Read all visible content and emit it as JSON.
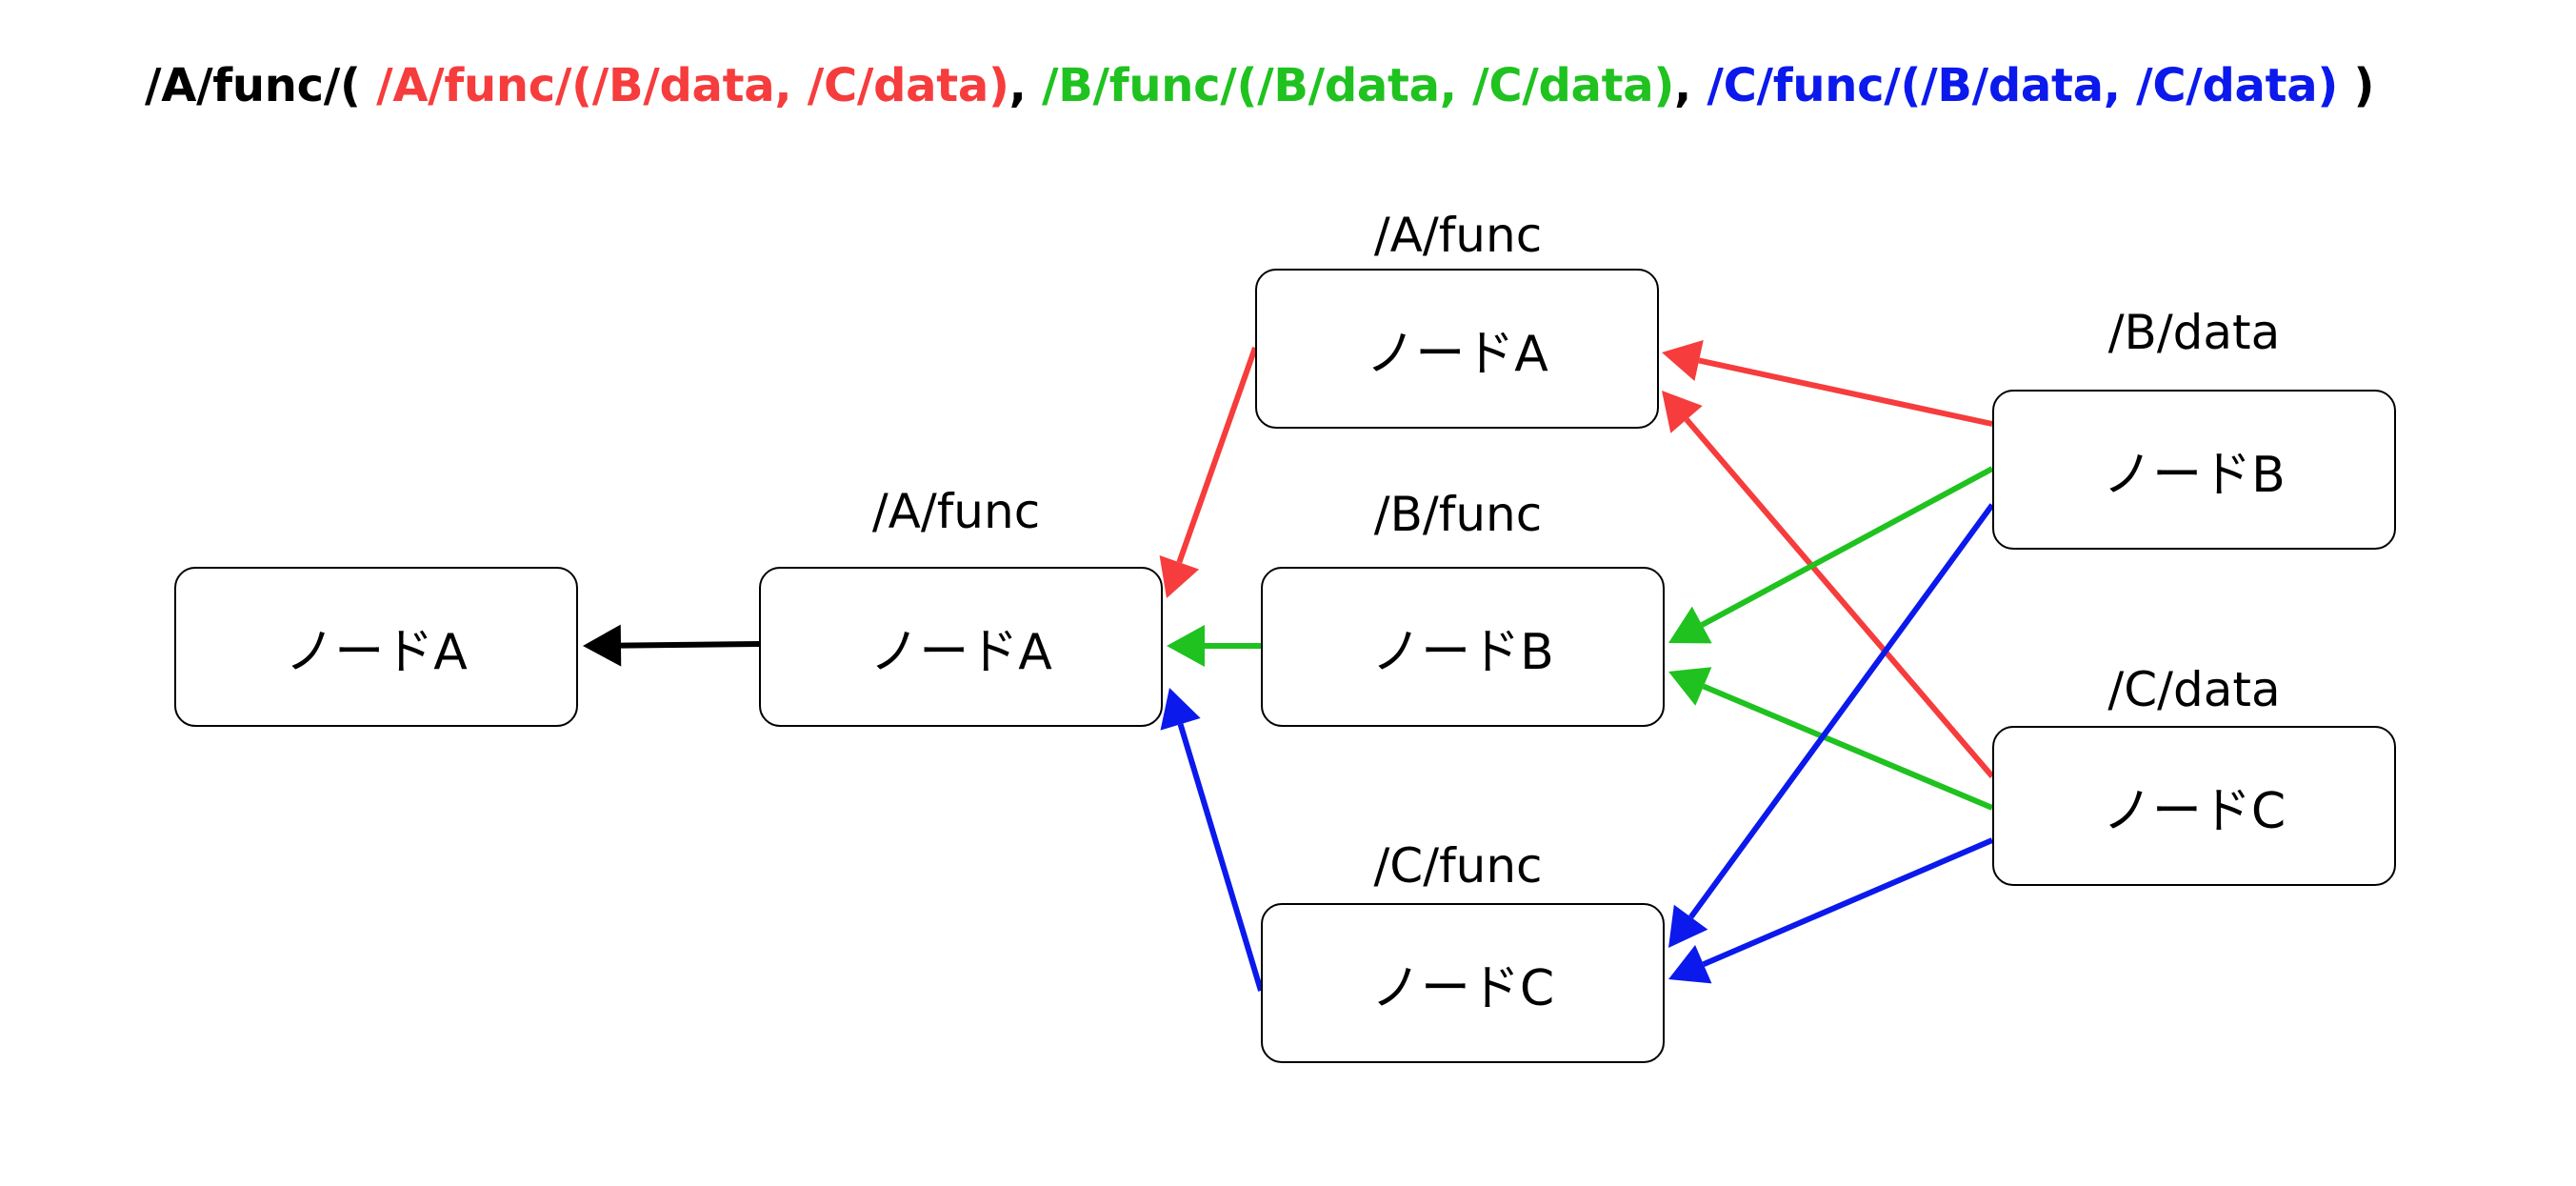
{
  "heading": {
    "prefix": "/A/func/(",
    "part_a": "/A/func/(/B/data, /C/data)",
    "sep1": ",",
    "part_b": "/B/func/(/B/data, /C/data)",
    "sep2": ",",
    "part_c": "/C/func/(/B/data, /C/data)",
    "suffix": ")"
  },
  "colors": {
    "a": "#f63c3c",
    "b": "#1fc21f",
    "c": "#0b19ec",
    "black": "#000000"
  },
  "nodes": {
    "result": {
      "name": "ノードA"
    },
    "root": {
      "name": "ノードA",
      "label": "/A/func"
    },
    "func_a": {
      "name": "ノードA",
      "label": "/A/func"
    },
    "func_b": {
      "name": "ノードB",
      "label": "/B/func"
    },
    "func_c": {
      "name": "ノードC",
      "label": "/C/func"
    },
    "data_b": {
      "name": "ノードB",
      "label": "/B/data"
    },
    "data_c": {
      "name": "ノードC",
      "label": "/C/data"
    }
  },
  "edges": [
    {
      "from": "root",
      "to": "result",
      "color": "black"
    },
    {
      "from": "func_a",
      "to": "root",
      "color": "a"
    },
    {
      "from": "func_b",
      "to": "root",
      "color": "b"
    },
    {
      "from": "func_c",
      "to": "root",
      "color": "c"
    },
    {
      "from": "data_b",
      "to": "func_a",
      "color": "a"
    },
    {
      "from": "data_c",
      "to": "func_a",
      "color": "a"
    },
    {
      "from": "data_b",
      "to": "func_b",
      "color": "b"
    },
    {
      "from": "data_c",
      "to": "func_b",
      "color": "b"
    },
    {
      "from": "data_b",
      "to": "func_c",
      "color": "c"
    },
    {
      "from": "data_c",
      "to": "func_c",
      "color": "c"
    }
  ]
}
